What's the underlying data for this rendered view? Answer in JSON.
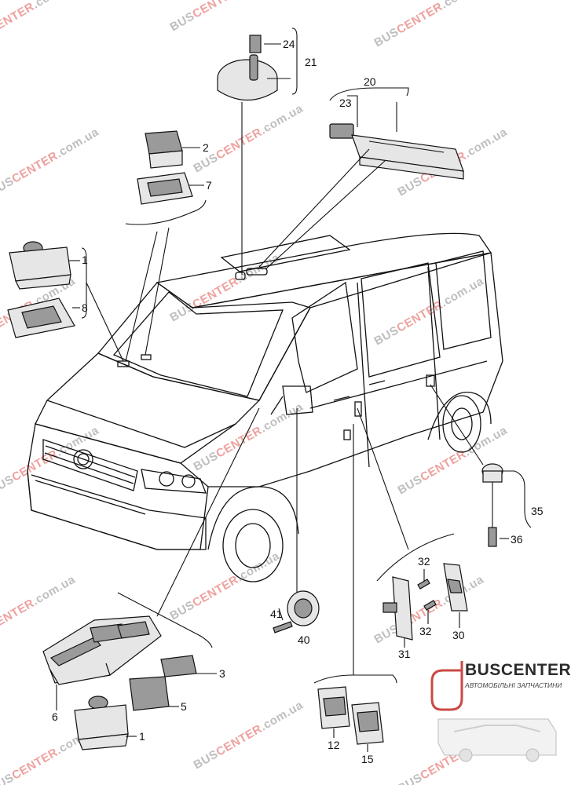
{
  "watermark": {
    "prefix": "BUS",
    "accent": "CENTER",
    "suffix": ".com.ua",
    "prefix_color": "#8a8a8a",
    "accent_color": "#e0564f"
  },
  "logo": {
    "name": "BUSCENTER",
    "tagline": "АВТОМОБІЛЬНІ ЗАПЧАСТИНИ"
  },
  "callouts": [
    {
      "id": "c24",
      "text": "24"
    },
    {
      "id": "c21",
      "text": "21"
    },
    {
      "id": "c20",
      "text": "20"
    },
    {
      "id": "c23",
      "text": "23"
    },
    {
      "id": "c2",
      "text": "2"
    },
    {
      "id": "c7",
      "text": "7"
    },
    {
      "id": "c1a",
      "text": "1"
    },
    {
      "id": "c8",
      "text": "8"
    },
    {
      "id": "c3",
      "text": "3"
    },
    {
      "id": "c6",
      "text": "6"
    },
    {
      "id": "c5",
      "text": "5"
    },
    {
      "id": "c1b",
      "text": "1"
    },
    {
      "id": "c41",
      "text": "41"
    },
    {
      "id": "c40",
      "text": "40"
    },
    {
      "id": "c32a",
      "text": "32"
    },
    {
      "id": "c32b",
      "text": "32"
    },
    {
      "id": "c30",
      "text": "30"
    },
    {
      "id": "c31",
      "text": "31"
    },
    {
      "id": "c35",
      "text": "35"
    },
    {
      "id": "c36",
      "text": "36"
    },
    {
      "id": "c12",
      "text": "12"
    },
    {
      "id": "c15",
      "text": "15"
    }
  ]
}
